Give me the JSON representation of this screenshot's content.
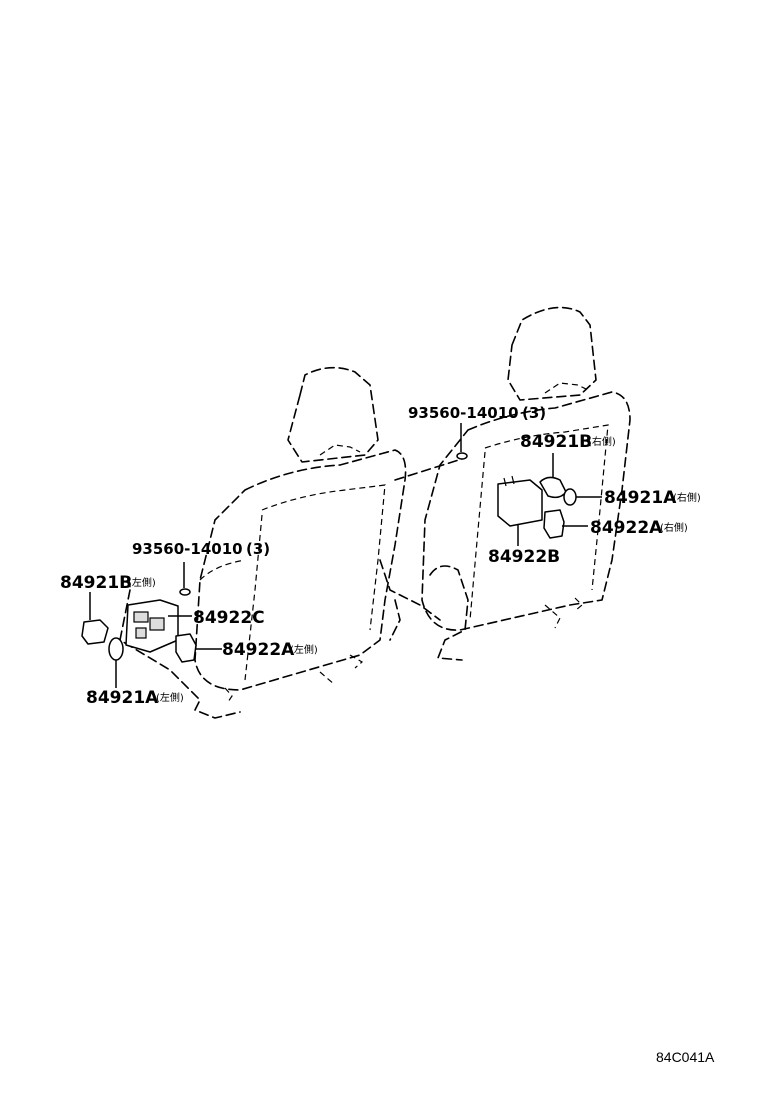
{
  "diagram": {
    "reference_code": "84C041A",
    "callouts": {
      "bolt_left": {
        "part_no": "93560-14010",
        "qty": "(3)"
      },
      "bolt_right": {
        "part_no": "93560-14010",
        "qty": "(3)"
      },
      "knob_b_left": {
        "part_no": "84921B",
        "note": "(左側)"
      },
      "knob_a_left": {
        "part_no": "84921A",
        "note": "(左側)"
      },
      "switch_c": {
        "part_no": "84922C"
      },
      "switch_a_left": {
        "part_no": "84922A",
        "note": "(左側)"
      },
      "knob_b_right": {
        "part_no": "84921B",
        "note": "(右側)"
      },
      "knob_a_right": {
        "part_no": "84921A",
        "note": "(右側)"
      },
      "switch_a_right": {
        "part_no": "84922A",
        "note": "(右側)"
      },
      "switch_b": {
        "part_no": "84922B"
      }
    }
  }
}
